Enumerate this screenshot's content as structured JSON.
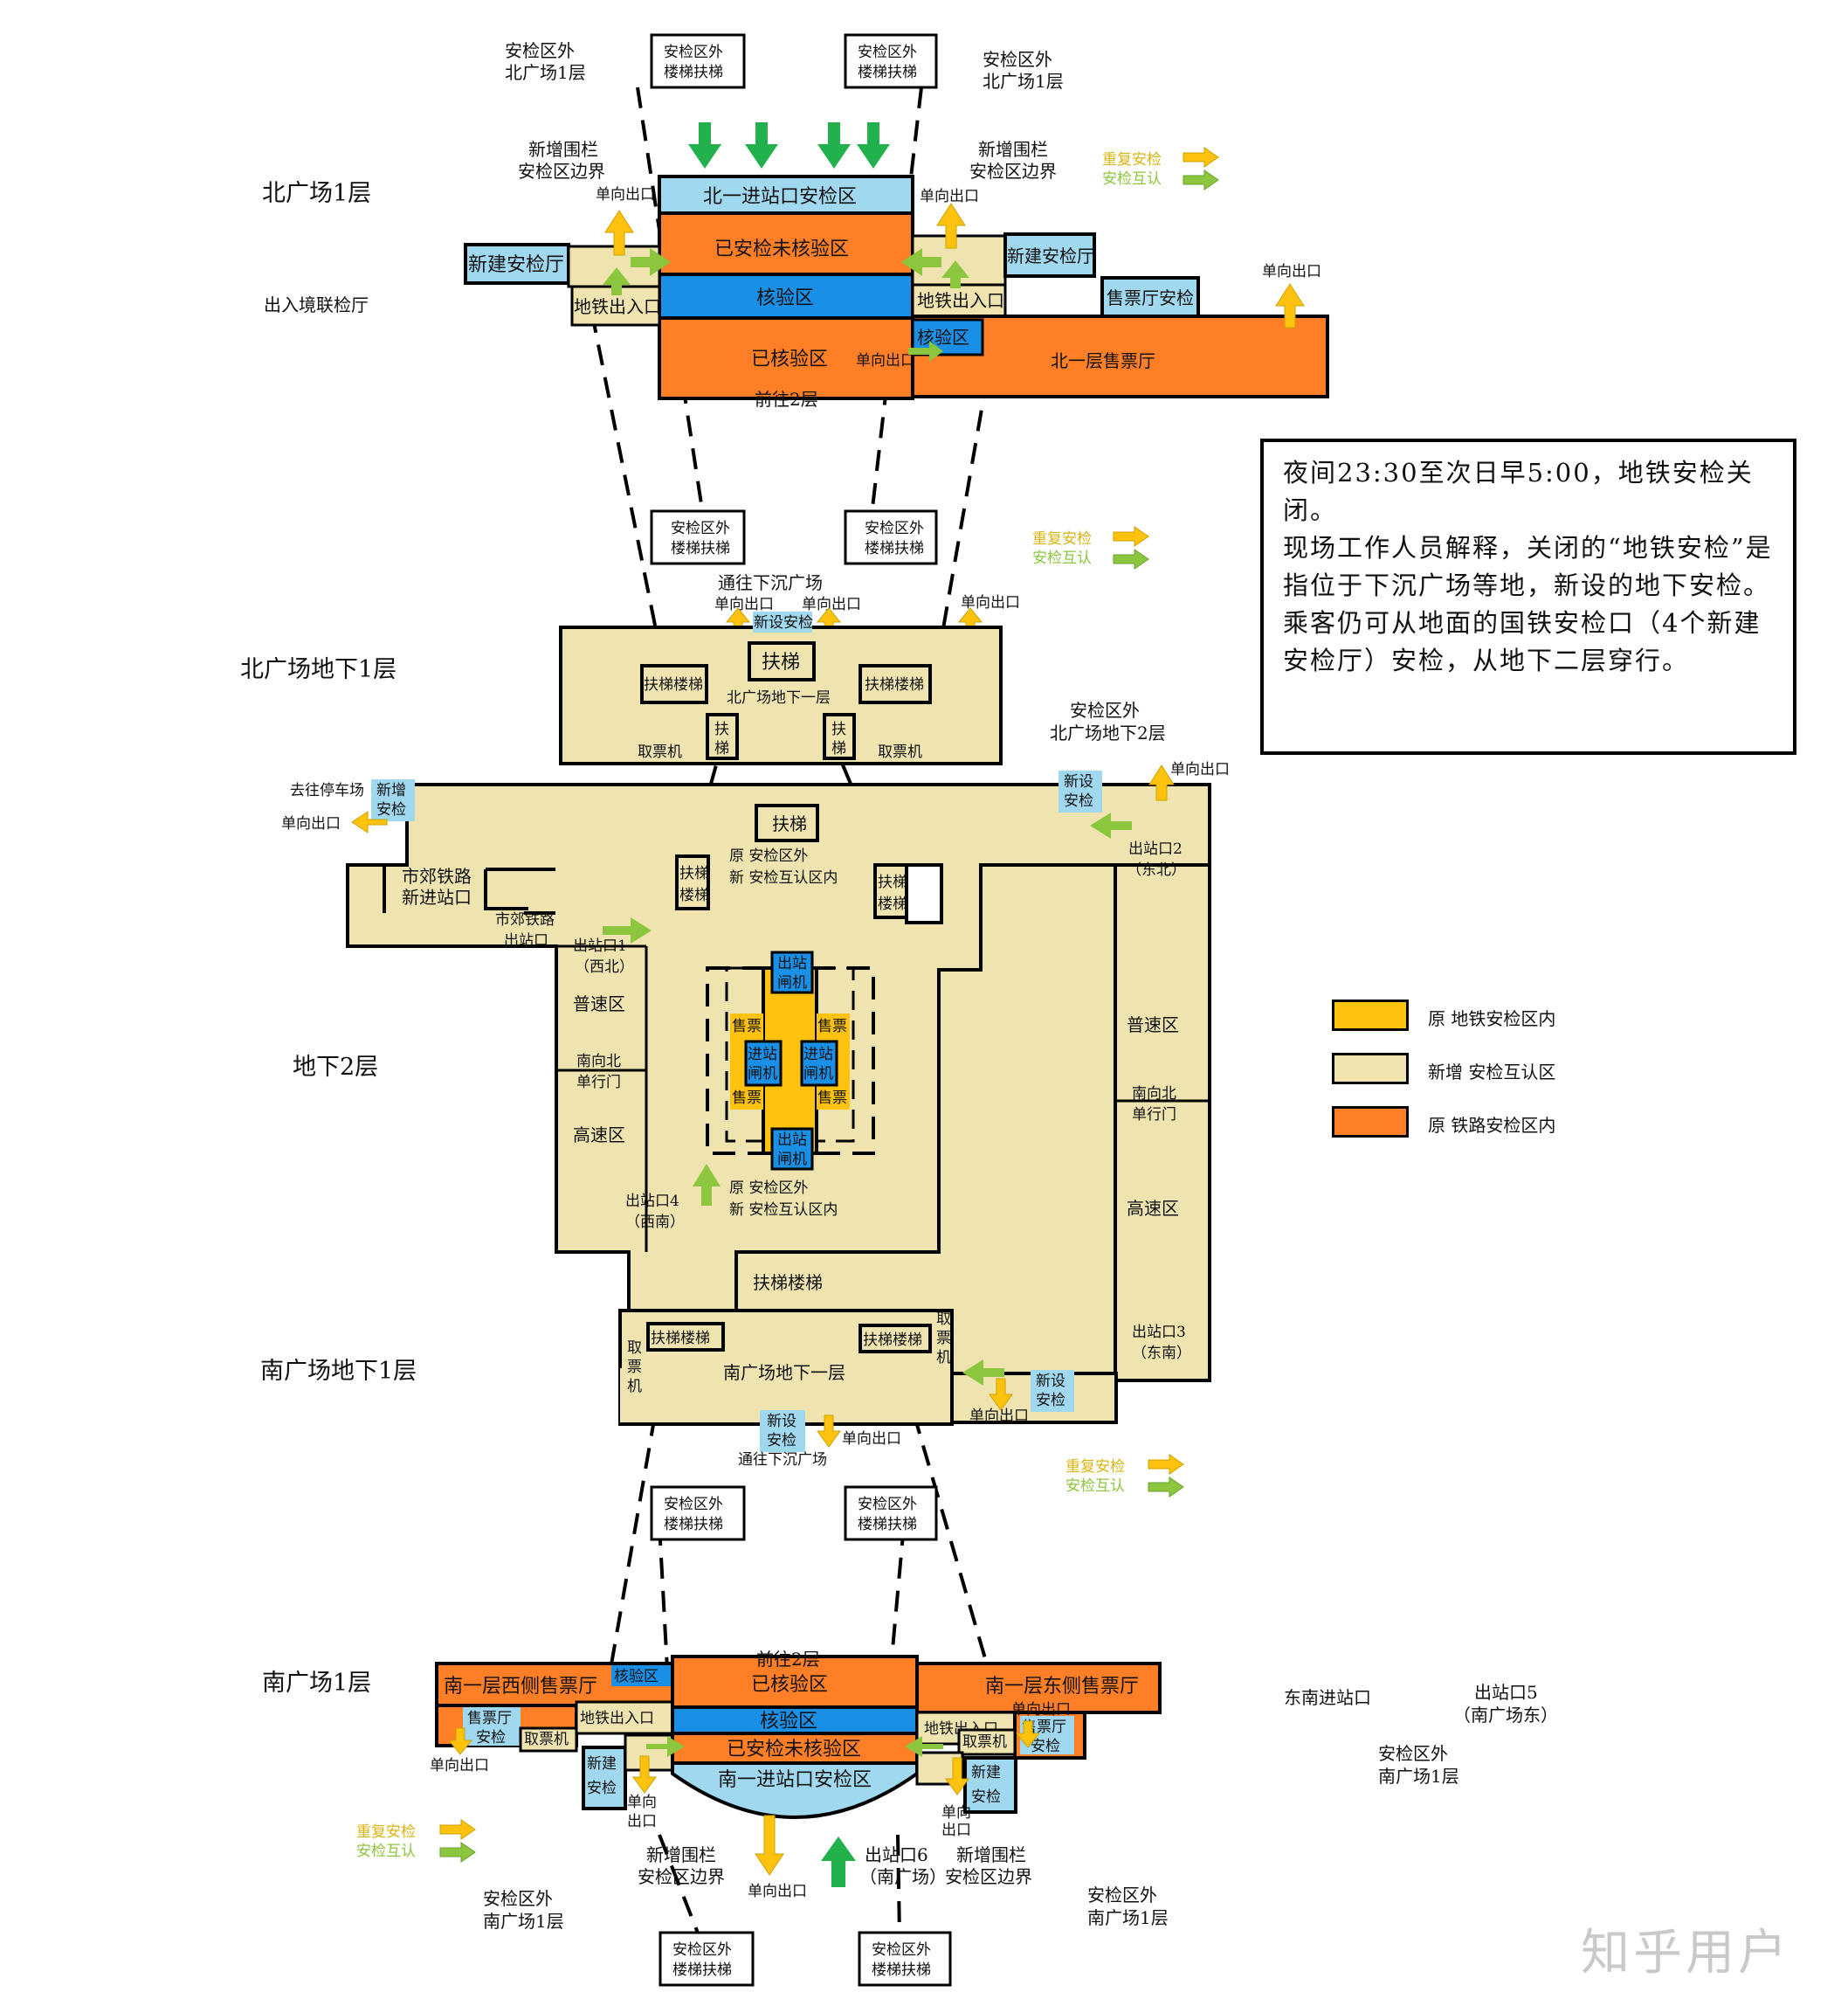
{
  "colors": {
    "orange": "#ff7f27",
    "blue": "#1a8fe6",
    "lightblue": "#9fd8ef",
    "beige": "#efe4b0",
    "yellow": "#ffc20e",
    "arrow_orange": "#ffc20e",
    "arrow_green": "#8cc63f",
    "arrow_darkgreen": "#22b14c"
  },
  "levels": {
    "north_1f": "北广场1层",
    "north_b1": "北广场地下1层",
    "b2": "地下2层",
    "south_b1": "南广场地下1层",
    "south_1f": "南广场1层"
  },
  "legend_arrows": {
    "repeat": "重复安检",
    "mutual": "安检互认"
  },
  "north_1f": {
    "outside_nw": [
      "安检区外",
      "北广场1层"
    ],
    "outside_ne": [
      "安检区外",
      "北广场1层"
    ],
    "stair_box_left": [
      "安检区外",
      "楼梯扶梯"
    ],
    "stair_box_right": [
      "安检区外",
      "楼梯扶梯"
    ],
    "fence_left": [
      "新增围栏",
      "安检区边界"
    ],
    "fence_right": [
      "新增围栏",
      "安检区边界"
    ],
    "security_zone": "北一进站口安检区",
    "checked_unverified": "已安检未核验区",
    "verify_zone": "核验区",
    "verified_zone": "已核验区",
    "to_2f": "前往2层",
    "new_hall_left": "新建安检厅",
    "new_hall_right": "新建安检厅",
    "metro_entry_left": "地铁出入口",
    "metro_entry_right": "地铁出入口",
    "one_way_exit": "单向出口",
    "immigration": "出入境联检厅",
    "ticket_hall_security": "售票厅安检",
    "ticket_hall": "北一层售票厅",
    "verify_small": "核验区"
  },
  "north_b1": {
    "stair_box_left": [
      "安检区外",
      "楼梯扶梯"
    ],
    "stair_box_right": [
      "安检区外",
      "楼梯扶梯"
    ],
    "to_sunken": "通往下沉广场",
    "one_way_exit": "单向出口",
    "new_security": "新设安检",
    "escalator": "扶梯",
    "escalator_stairs": "扶梯楼梯",
    "name": "北广场地下一层",
    "escalator_stacked": [
      "扶",
      "梯"
    ],
    "ticket_machine": "取票机",
    "outside_label": [
      "安检区外",
      "北广场地下2层"
    ]
  },
  "b2": {
    "to_parking": "去往停车场",
    "new_security": [
      "新增",
      "安检"
    ],
    "new_security2": [
      "新设",
      "安检"
    ],
    "one_way_exit": "单向出口",
    "suburban_entry": [
      "市郊铁路",
      "新进站口"
    ],
    "suburban_exit": [
      "市郊铁路",
      "出站口"
    ],
    "escalator": "扶梯",
    "escalator_stairs_v": [
      "扶梯",
      "楼梯"
    ],
    "zone_top": [
      "原  安检区外",
      "新  安检互认区内"
    ],
    "zone_bottom": [
      "原  安检区外",
      "新  安检互认区内"
    ],
    "exit1": [
      "出站口1",
      "（西北）"
    ],
    "exit2": [
      "出站口2",
      "（东北）"
    ],
    "exit3": [
      "出站口3",
      "（东南）"
    ],
    "exit4": [
      "出站口4",
      "（西南）"
    ],
    "normal_speed": "普速区",
    "high_speed": "高速区",
    "one_way_door": [
      "南向北",
      "单行门"
    ],
    "exit_gate": [
      "出站",
      "闸机"
    ],
    "entry_gate": [
      "进站",
      "闸机"
    ],
    "ticket": "售票",
    "escalator_stairs_h": "扶梯楼梯"
  },
  "south_b1": {
    "name": "南广场地下一层",
    "escalator_stairs": "扶梯楼梯",
    "ticket_machine_v": [
      "取",
      "票",
      "机"
    ],
    "new_security": [
      "新设",
      "安检"
    ],
    "one_way_exit": "单向出口",
    "to_sunken": "通往下沉广场",
    "stair_box_left": [
      "安检区外",
      "楼梯扶梯"
    ],
    "stair_box_right": [
      "安检区外",
      "楼梯扶梯"
    ]
  },
  "south_1f": {
    "west_ticket_hall": "南一层西侧售票厅",
    "east_ticket_hall": "南一层东侧售票厅",
    "verify_small": "核验区",
    "to_2f": "前往2层",
    "verified_zone": "已核验区",
    "verify_zone": "核验区",
    "checked_unverified": "已安检未核验区",
    "security_zone": "南一进站口安检区",
    "metro_entry_left": "地铁出入口",
    "metro_entry_right": "地铁出入口",
    "ticket_security_left": [
      "售票厅",
      "安检"
    ],
    "ticket_security_right": [
      "售票厅",
      "安检"
    ],
    "ticket_machine": "取票机",
    "new_security": [
      "新建",
      "安检"
    ],
    "one_way_exit": "单向出口",
    "one_way_exit_v": [
      "单向",
      "出口"
    ],
    "fence_left": [
      "新增围栏",
      "安检区边界"
    ],
    "fence_right": [
      "新增围栏",
      "安检区边界"
    ],
    "exit6": [
      "出站口6",
      "（南广场）"
    ],
    "exit5": [
      "出站口5",
      "（南广场东）"
    ],
    "southeast_entry": "东南进站口",
    "outside_e": [
      "安检区外",
      "南广场1层"
    ],
    "outside_sw": [
      "安检区外",
      "南广场1层"
    ],
    "outside_se": [
      "安检区外",
      "南广场1层"
    ],
    "stair_box_left": [
      "安检区外",
      "楼梯扶梯"
    ],
    "stair_box_right": [
      "安检区外",
      "楼梯扶梯"
    ]
  },
  "note": [
    "夜间23:30至次日早5:00，地铁安检关闭。",
    "现场工作人员解释，关闭的“地铁安检”是指位于下沉广场等地，新设的地下安检。",
    "乘客仍可从地面的国铁安检口（4个新建安检厅）安检，从地下二层穿行。"
  ],
  "legend": [
    {
      "label": "原  地铁安检区内",
      "color": "#ffc20e"
    },
    {
      "label": "新增  安检互认区",
      "color": "#efe4b0"
    },
    {
      "label": "原  铁路安检区内",
      "color": "#ff7f27"
    }
  ],
  "watermark": "知乎用户"
}
